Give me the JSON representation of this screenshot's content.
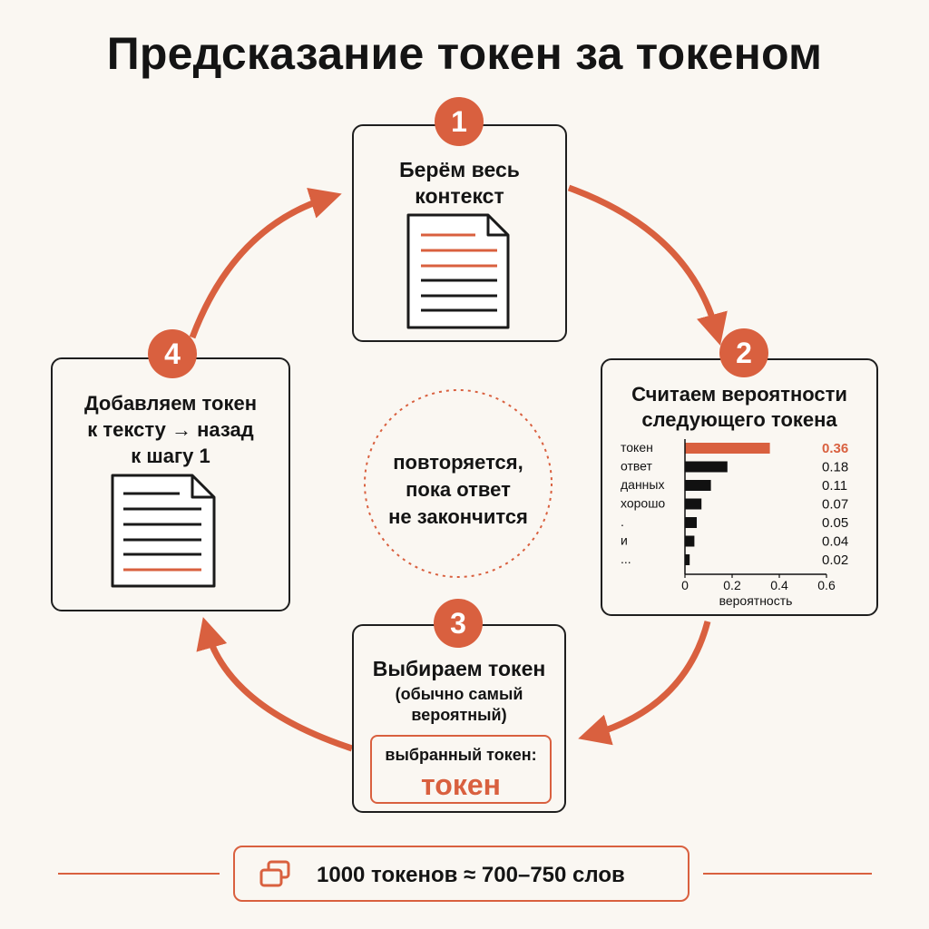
{
  "title": "Предсказание токен за токеном",
  "accent_color": "#d9603f",
  "steps": [
    {
      "number": "1",
      "title": "Берём весь\nконтекст",
      "icon": "document-icon"
    },
    {
      "number": "2",
      "title": "Считаем вероятности\nследующего токена",
      "icon": "bar-chart"
    },
    {
      "number": "3",
      "title": "Выбираем токен",
      "subtitle": "(обычно самый\nвероятный)",
      "chosen_label": "выбранный токен:",
      "chosen_value": "токен"
    },
    {
      "number": "4",
      "title": "Добавляем токен\nк тексту → назад\nк шагу 1",
      "icon": "document-icon"
    }
  ],
  "loop_note": "повторяется,\nпока ответ\nне закончится",
  "footer": {
    "text": "1000 токенов ≈ 700–750 слов",
    "icon": "copy-icon"
  },
  "chart_data": {
    "type": "bar",
    "orientation": "horizontal",
    "categories": [
      "токен",
      "ответ",
      "данных",
      "хорошо",
      ".",
      "и",
      "..."
    ],
    "values": [
      0.36,
      0.18,
      0.11,
      0.07,
      0.05,
      0.04,
      0.02
    ],
    "value_labels": [
      "0.36",
      "0.18",
      "0.11",
      "0.07",
      "0.05",
      "0.04",
      "0.02"
    ],
    "xlabel": "вероятность",
    "xlim": [
      0,
      0.6
    ],
    "xticks": [
      "0",
      "0.2",
      "0.4",
      "0.6"
    ],
    "highlight_index": 0,
    "colors": {
      "highlight": "#d9603f",
      "default": "#111111"
    }
  }
}
